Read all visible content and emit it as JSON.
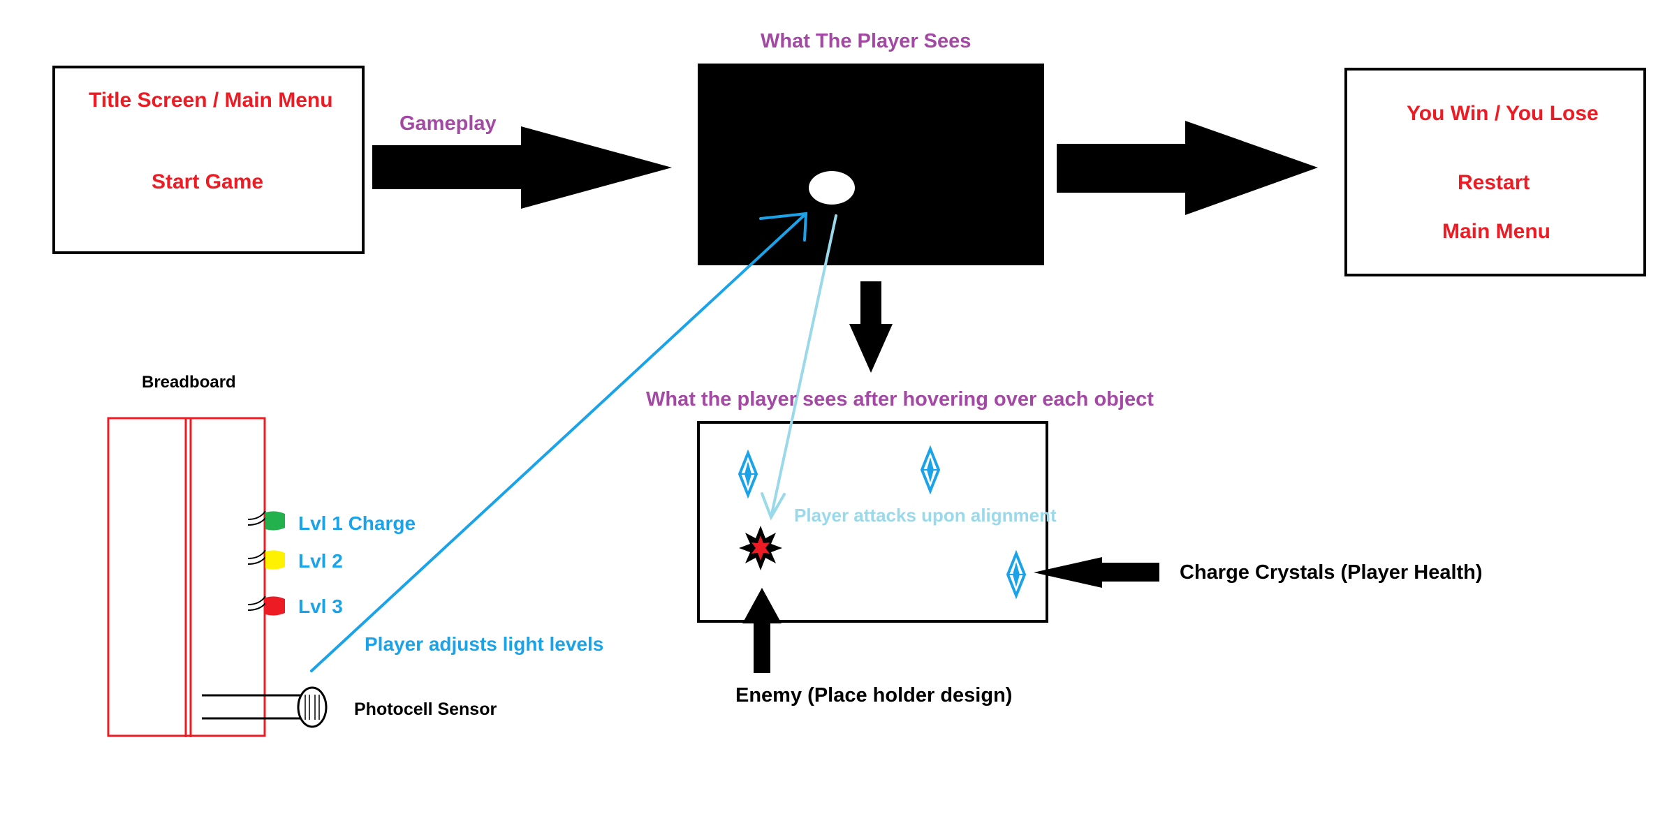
{
  "title_screen": {
    "title": "Title Screen / Main Menu",
    "start": "Start Game"
  },
  "gameplay_label": "Gameplay",
  "player_view_label": "What The Player Sees",
  "end_screen": {
    "title": "You Win / You Lose",
    "restart": "Restart",
    "main_menu": "Main Menu"
  },
  "hover_view_label": "What the player sees after hovering over each object",
  "attack_label": "Player attacks upon alignment",
  "crystals_label": "Charge Crystals (Player Health)",
  "enemy_label": "Enemy (Place holder design)",
  "breadboard": {
    "title": "Breadboard",
    "leds": [
      {
        "label": "Lvl 1 Charge",
        "color": "#22b14c"
      },
      {
        "label": "Lvl 2",
        "color": "#fff200"
      },
      {
        "label": "Lvl 3",
        "color": "#ed1c24"
      }
    ],
    "adjust_label": "Player adjusts light levels",
    "sensor_label": "Photocell Sensor"
  },
  "colors": {
    "red": "#ed1c24",
    "purple": "#a349a4",
    "blue": "#1aa3e8",
    "lightblue": "#99d9ea"
  }
}
